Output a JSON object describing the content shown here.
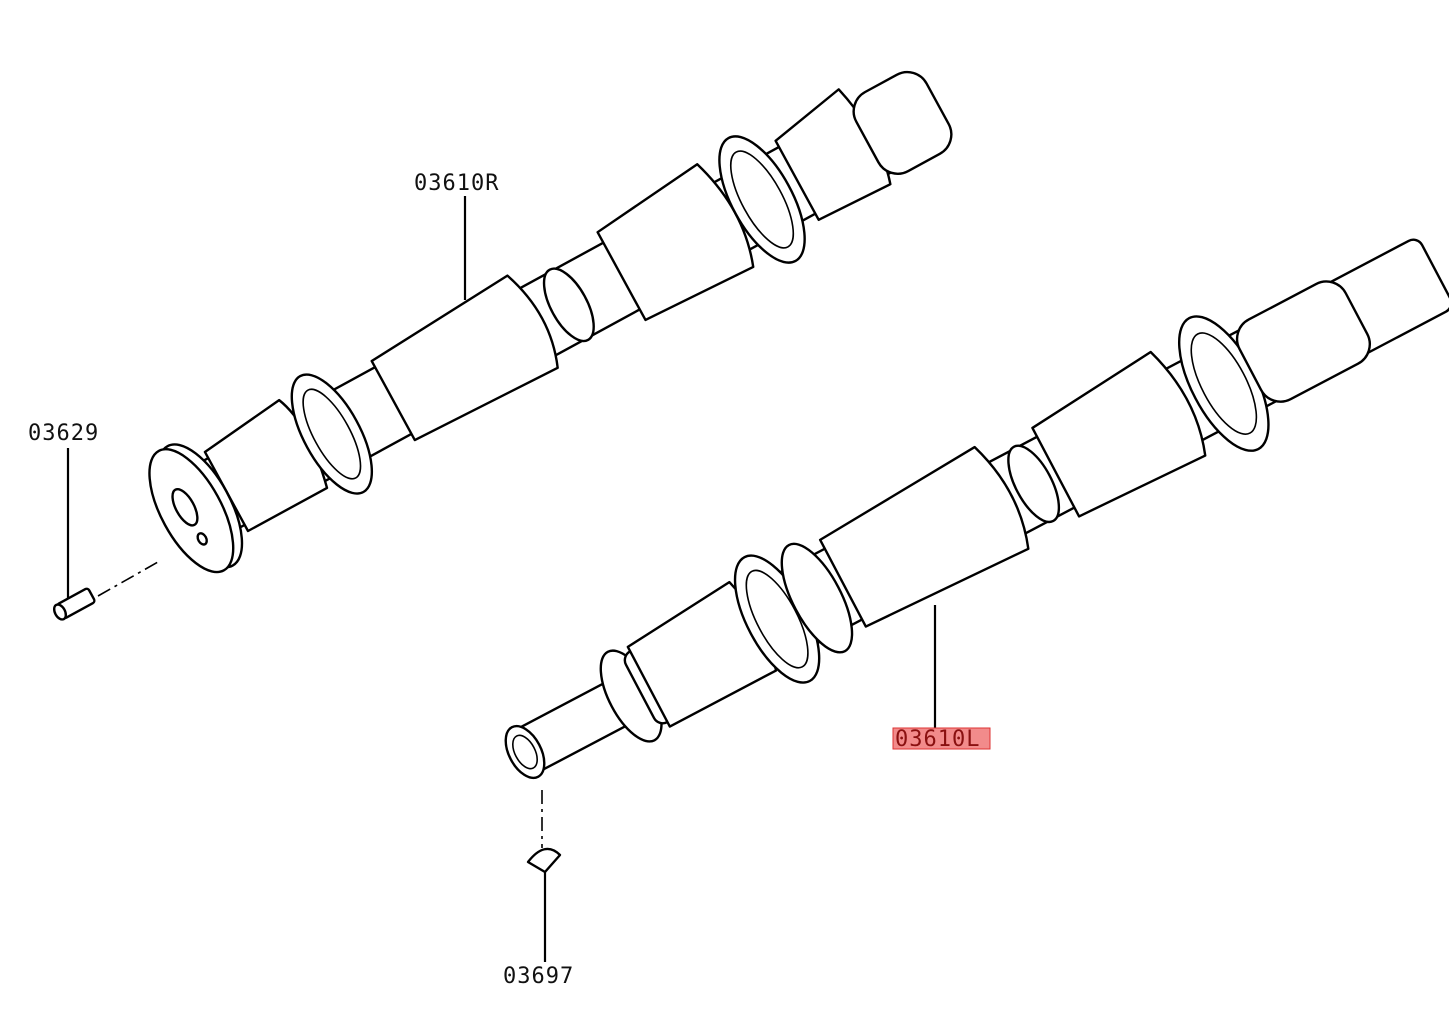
{
  "diagram": {
    "labels": {
      "camshaft_right": "03610R",
      "pin": "03629",
      "camshaft_left": "03610L",
      "key": "03697"
    },
    "highlight_color": "#f28b8b",
    "highlighted_label": "03610L"
  }
}
